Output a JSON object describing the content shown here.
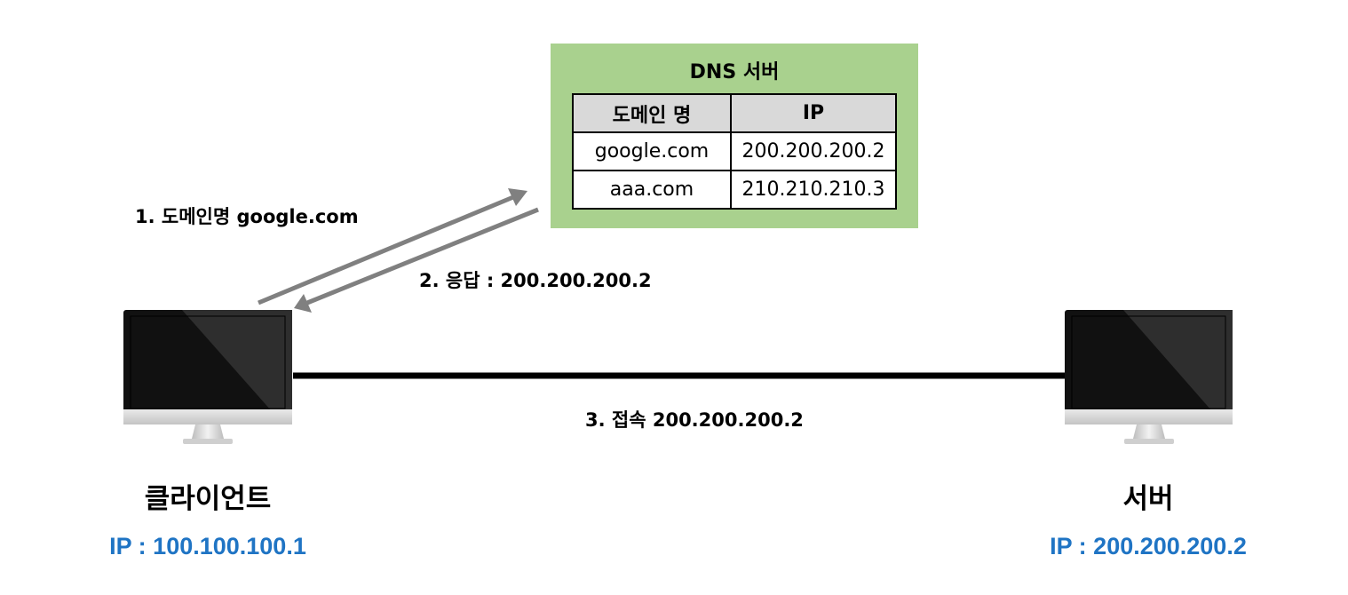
{
  "dns": {
    "title": "DNS 서버",
    "headers": [
      "도메인 명",
      "IP"
    ],
    "rows": [
      [
        "google.com",
        "200.200.200.2"
      ],
      [
        "aaa.com",
        "210.210.210.3"
      ]
    ],
    "background": "#a9d18e",
    "header_background": "#d9d9d9"
  },
  "steps": {
    "request": "1. 도메인명 google.com",
    "response": "2. 응답 : 200.200.200.2",
    "connect": "3. 접속 200.200.200.2"
  },
  "client": {
    "name": "클라이언트",
    "ip": "IP : 100.100.100.1",
    "icon": "monitor-icon"
  },
  "server": {
    "name": "서버",
    "ip": "IP : 200.200.200.2",
    "icon": "monitor-icon"
  },
  "colors": {
    "arrow": "#808080",
    "connection_line": "#000000",
    "ip_text": "#1f74c4"
  }
}
